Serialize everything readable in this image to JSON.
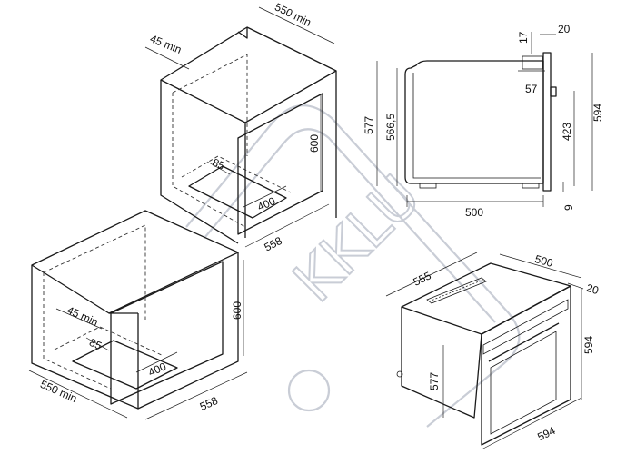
{
  "watermark": {
    "text": "KKLU"
  },
  "column_cabinet": {
    "depth": "550 min",
    "back_gap": "45 min",
    "niche_height": "600",
    "cutout_depth": "85",
    "base_depth": "400",
    "niche_width": "558"
  },
  "under_counter_cabinet": {
    "back_gap": "45 min",
    "cutout_depth": "85",
    "base_depth": "400",
    "niche_height": "600",
    "niche_width": "558",
    "depth": "550 min"
  },
  "side_view": {
    "front_depth": "20",
    "panel_thickness": "17",
    "door_offset": "57",
    "total_height": "594",
    "body_height": "577",
    "inner_height": "566,5",
    "handle_height": "423",
    "foot_height": "9",
    "body_depth": "500"
  },
  "iso_view": {
    "depth": "555",
    "top_depth": "500",
    "front_depth": "20",
    "total_height": "594",
    "body_height": "577",
    "width": "594"
  }
}
